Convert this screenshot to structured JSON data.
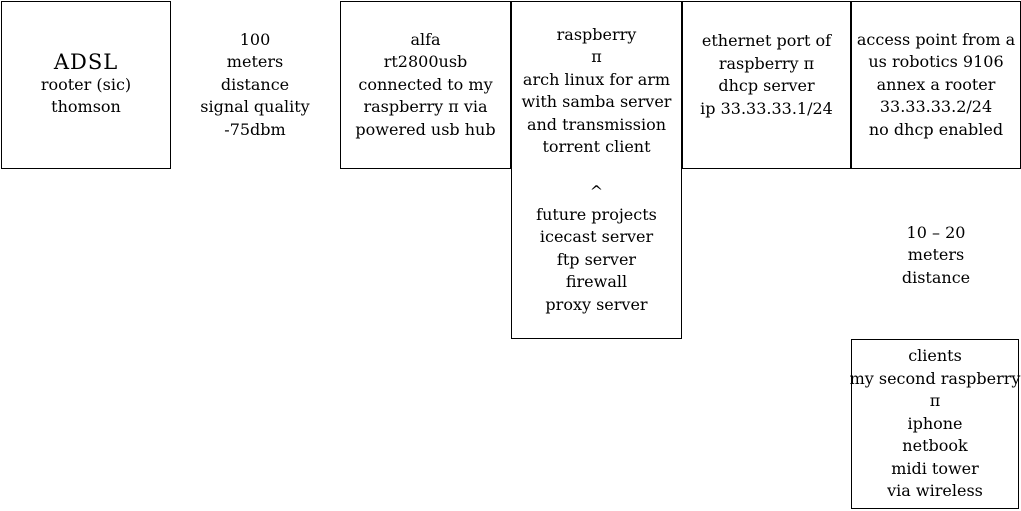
{
  "page": {
    "background": "#ffffff",
    "line_color": "#000000",
    "text_color": "#000000"
  },
  "boxes": {
    "adsl_router": {
      "lines": [
        "ADSL",
        "rooter (sic)",
        "thomson"
      ]
    },
    "alfa_adapter": {
      "lines": [
        "alfa",
        "rt2800usb",
        "connected to my",
        "raspberry π via",
        "powered usb hub"
      ]
    },
    "raspberry_pi": {
      "lines": [
        "raspberry",
        "π",
        "arch linux for arm",
        "with samba server",
        "and transmission",
        "torrent client",
        "",
        "^",
        "future projects",
        "icecast server",
        "ftp server",
        "firewall",
        "proxy server"
      ]
    },
    "ethernet_port": {
      "lines": [
        "ethernet port of",
        "raspberry π",
        "dhcp server",
        "ip 33.33.33.1/24"
      ]
    },
    "access_point": {
      "lines": [
        "access point from a",
        "us robotics 9106",
        "annex a rooter",
        "33.33.33.2/24",
        "no dhcp enabled"
      ]
    },
    "clients": {
      "lines": [
        "clients",
        "my second raspberry",
        "π",
        "iphone",
        "netbook",
        "midi tower",
        "via wireless"
      ]
    }
  },
  "labels": {
    "signal_distance": {
      "lines": [
        "100",
        "meters",
        "distance",
        "signal quality",
        "-75dbm"
      ]
    },
    "wireless_distance": {
      "lines": [
        "10 – 20",
        "meters",
        "distance"
      ]
    }
  }
}
